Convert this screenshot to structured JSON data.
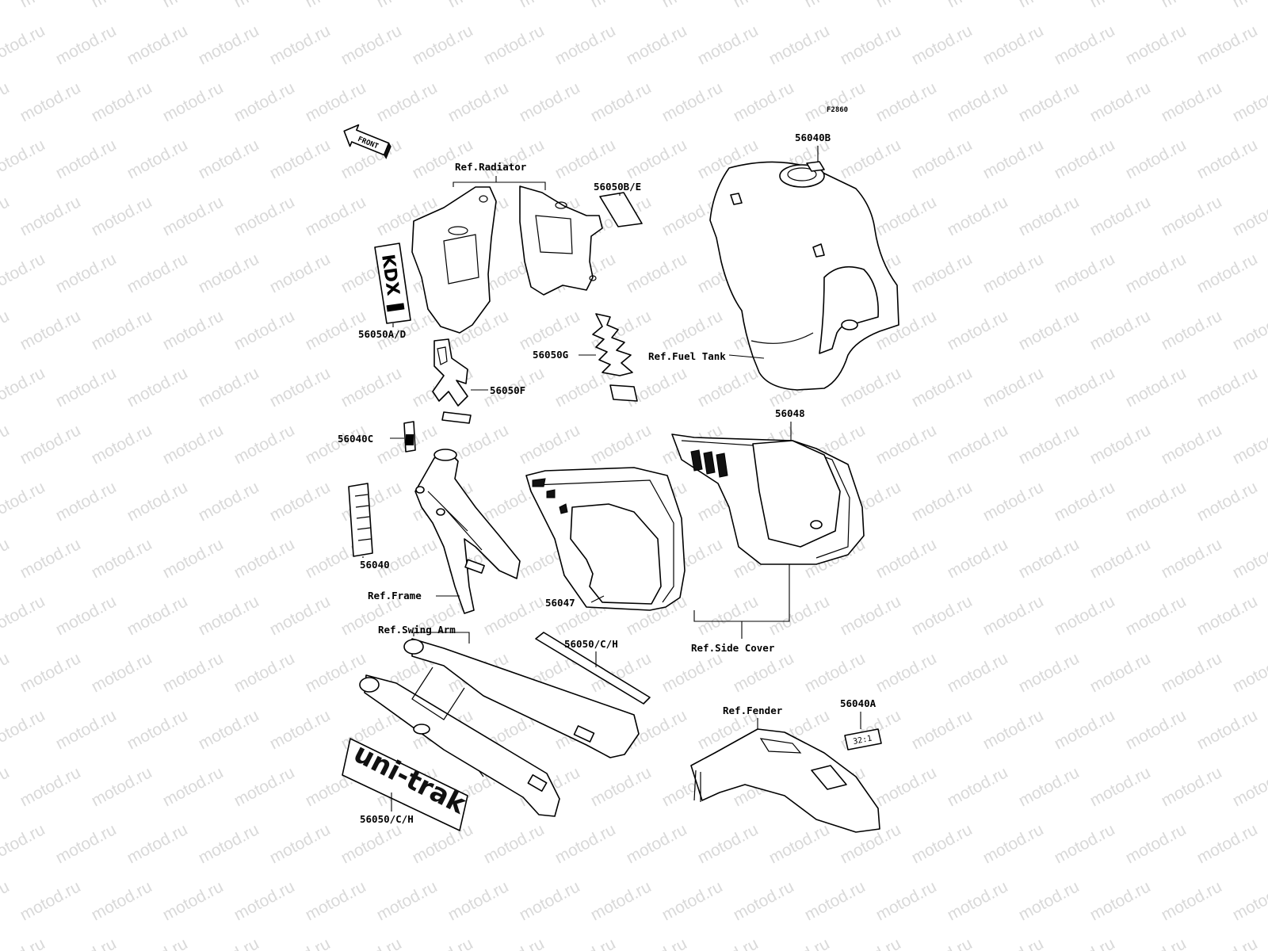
{
  "watermark": {
    "text": "motod.ru",
    "color": "#d9d9d9"
  },
  "diagram_code": "F2860",
  "front_arrow": {
    "label": "FRONT"
  },
  "labels": {
    "ref_radiator": "Ref.Radiator",
    "ref_fuel_tank": "Ref.Fuel Tank",
    "ref_frame": "Ref.Frame",
    "ref_swing_arm": "Ref.Swing Arm",
    "ref_side_cover": "Ref.Side Cover",
    "ref_fender": "Ref.Fender",
    "p56040B": "56040B",
    "p56050BE": "56050B/E",
    "p56050AD": "56050A/D",
    "p56050G": "56050G",
    "p56050F": "56050F",
    "p56048": "56048",
    "p56040C": "56040C",
    "p56040": "56040",
    "p56047": "56047",
    "p56050CH_upper": "56050/C/H",
    "p56050CH_lower": "56050/C/H",
    "p56040A": "56040A"
  },
  "decals": {
    "uni_trak": "uni-trak",
    "kdx": "KDX",
    "ratio": "32:1"
  }
}
